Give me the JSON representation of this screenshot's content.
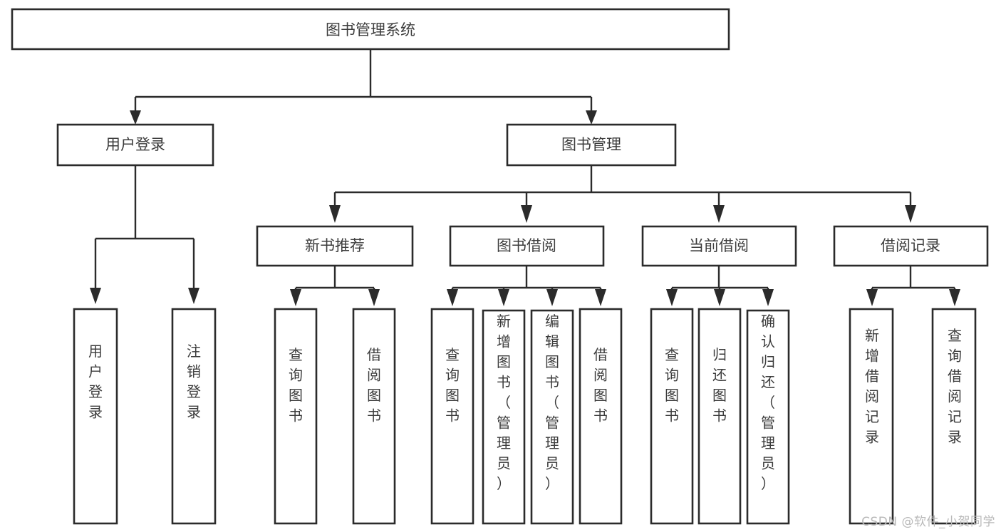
{
  "diagram": {
    "title": "图书管理系统",
    "type": "tree",
    "root": {
      "id": "root",
      "label": "图书管理系统",
      "orientation": "horizontal"
    },
    "level2": [
      {
        "id": "user-login",
        "label": "用户登录",
        "orientation": "horizontal"
      },
      {
        "id": "book-management",
        "label": "图书管理",
        "orientation": "horizontal"
      }
    ],
    "level3": [
      {
        "id": "new-book-recommend",
        "label": "新书推荐",
        "orientation": "horizontal",
        "parent": "book-management"
      },
      {
        "id": "book-borrow",
        "label": "图书借阅",
        "orientation": "horizontal",
        "parent": "book-management"
      },
      {
        "id": "current-borrow",
        "label": "当前借阅",
        "orientation": "horizontal",
        "parent": "book-management"
      },
      {
        "id": "borrow-record",
        "label": "借阅记录",
        "orientation": "horizontal",
        "parent": "book-management"
      }
    ],
    "leaves": [
      {
        "id": "leaf-user-login",
        "label": "用户登录",
        "orientation": "vertical",
        "parent": "user-login"
      },
      {
        "id": "leaf-logout-login",
        "label": "注销登录",
        "orientation": "vertical",
        "parent": "user-login"
      },
      {
        "id": "leaf-query-book-1",
        "label": "查询图书",
        "orientation": "vertical",
        "parent": "new-book-recommend"
      },
      {
        "id": "leaf-borrow-book-1",
        "label": "借阅图书",
        "orientation": "vertical",
        "parent": "new-book-recommend"
      },
      {
        "id": "leaf-query-book-2",
        "label": "查询图书",
        "orientation": "vertical",
        "parent": "book-borrow"
      },
      {
        "id": "leaf-add-book-admin",
        "label": "新增图书（管理员）",
        "orientation": "vertical",
        "parent": "book-borrow"
      },
      {
        "id": "leaf-edit-book-admin",
        "label": "编辑图书（管理员）",
        "orientation": "vertical",
        "parent": "book-borrow"
      },
      {
        "id": "leaf-borrow-book-2",
        "label": "借阅图书",
        "orientation": "vertical",
        "parent": "book-borrow"
      },
      {
        "id": "leaf-query-book-3",
        "label": "查询图书",
        "orientation": "vertical",
        "parent": "current-borrow"
      },
      {
        "id": "leaf-return-book",
        "label": "归还图书",
        "orientation": "vertical",
        "parent": "current-borrow"
      },
      {
        "id": "leaf-confirm-return-admin",
        "label": "确认归还（管理员）",
        "orientation": "vertical",
        "parent": "current-borrow"
      },
      {
        "id": "leaf-add-borrow-record",
        "label": "新增借阅记录",
        "orientation": "vertical",
        "parent": "borrow-record"
      },
      {
        "id": "leaf-query-borrow-record",
        "label": "查询借阅记录",
        "orientation": "vertical",
        "parent": "borrow-record"
      }
    ]
  },
  "watermark": {
    "text": "CSDN @软件_小贺同学"
  },
  "colors": {
    "stroke": "#2b2b2b",
    "text": "#3c3c3c",
    "background": "#ffffff",
    "watermark": "#b9b9b9"
  }
}
